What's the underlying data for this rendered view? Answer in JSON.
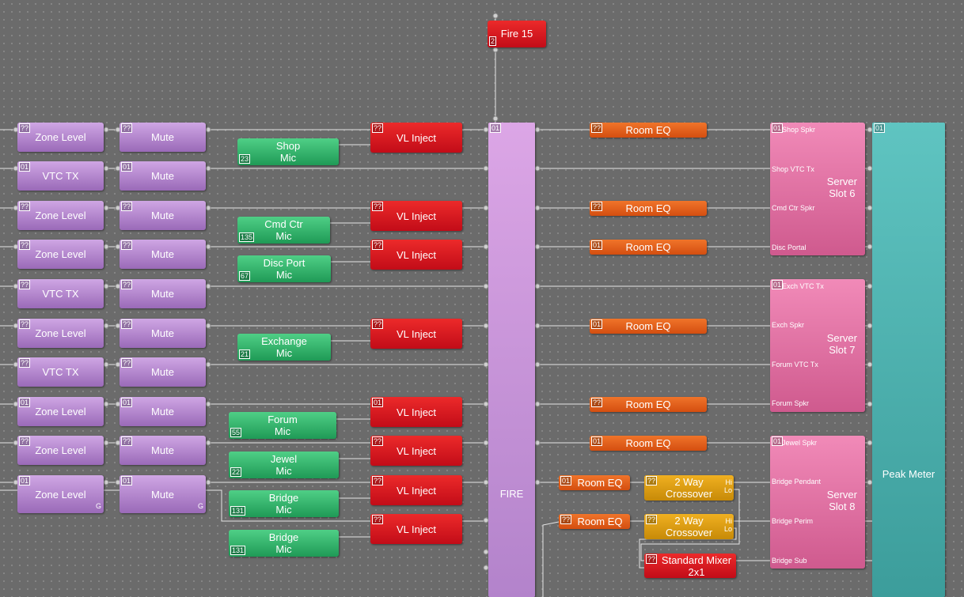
{
  "fire_source": {
    "label": "Fire 15",
    "tag": "2"
  },
  "fire_bus": {
    "label": "FIRE",
    "tag": "01"
  },
  "peak_meter": {
    "label": "Peak Meter",
    "tag": "01"
  },
  "channel_tags": {
    "unknown": "??",
    "one": "01"
  },
  "rows": [
    {
      "input": "Zone Level",
      "input_tag": "??",
      "mute": "Mute",
      "mute_tag": "??"
    },
    {
      "input": "VTC TX",
      "input_tag": "01",
      "mute": "Mute",
      "mute_tag": "01"
    },
    {
      "input": "Zone Level",
      "input_tag": "??",
      "mute": "Mute",
      "mute_tag": "??"
    },
    {
      "input": "Zone Level",
      "input_tag": "??",
      "mute": "Mute",
      "mute_tag": "??"
    },
    {
      "input": "VTC TX",
      "input_tag": "??",
      "mute": "Mute",
      "mute_tag": "??"
    },
    {
      "input": "Zone Level",
      "input_tag": "??",
      "mute": "Mute",
      "mute_tag": "??"
    },
    {
      "input": "VTC TX",
      "input_tag": "??",
      "mute": "Mute",
      "mute_tag": "??"
    },
    {
      "input": "Zone Level",
      "input_tag": "01",
      "mute": "Mute",
      "mute_tag": "01"
    },
    {
      "input": "Zone Level",
      "input_tag": "??",
      "mute": "Mute",
      "mute_tag": "??"
    },
    {
      "input": "Zone Level",
      "input_tag": "01",
      "mute": "Mute",
      "mute_tag": "01",
      "g": "G"
    }
  ],
  "mics": [
    {
      "label1": "Shop",
      "label2": "Mic",
      "num": "23"
    },
    {
      "label1": "Cmd Ctr",
      "label2": "Mic",
      "num": "135"
    },
    {
      "label1": "Disc Port",
      "label2": "Mic",
      "num": "67"
    },
    {
      "label1": "Exchange",
      "label2": "Mic",
      "num": "21"
    },
    {
      "label1": "Forum",
      "label2": "Mic",
      "num": "55"
    },
    {
      "label1": "Jewel",
      "label2": "Mic",
      "num": "22"
    },
    {
      "label1": "Bridge",
      "label2": "Mic",
      "num": "131"
    },
    {
      "label1": "Bridge",
      "label2": "Mic",
      "num": "131"
    }
  ],
  "vl_inject": [
    {
      "label": "VL Inject",
      "tag": "??"
    },
    {
      "label": "VL Inject",
      "tag": "??"
    },
    {
      "label": "VL Inject",
      "tag": "??"
    },
    {
      "label": "VL Inject",
      "tag": "??"
    },
    {
      "label": "VL Inject",
      "tag": "01"
    },
    {
      "label": "VL Inject",
      "tag": "??"
    },
    {
      "label": "VL Inject",
      "tag": "??"
    },
    {
      "label": "VL Inject",
      "tag": "??"
    }
  ],
  "room_eq": [
    {
      "label": "Room EQ",
      "tag": "??"
    },
    {
      "label": "Room EQ",
      "tag": "??"
    },
    {
      "label": "Room EQ",
      "tag": "01"
    },
    {
      "label": "Room EQ",
      "tag": "01"
    },
    {
      "label": "Room EQ",
      "tag": "??"
    },
    {
      "label": "Room EQ",
      "tag": "01"
    },
    {
      "label": "Room EQ",
      "tag": "01"
    },
    {
      "label": "Room EQ",
      "tag": "??"
    }
  ],
  "crossovers": [
    {
      "label1": "2 Way",
      "label2": "Crossover",
      "tag": "??",
      "hi": "Hi",
      "lo": "Lo"
    },
    {
      "label1": "2 Way",
      "label2": "Crossover",
      "tag": "??",
      "hi": "Hi",
      "lo": "Lo"
    }
  ],
  "mixer": {
    "label1": "Standard Mixer",
    "label2": "2x1",
    "tag": "??"
  },
  "servers": [
    {
      "label1": "Server",
      "label2": "Slot 6",
      "tag": "01",
      "ports": [
        "Shop Spkr",
        "Shop VTC Tx",
        "Cmd Ctr Spkr",
        "Disc Portal"
      ]
    },
    {
      "label1": "Server",
      "label2": "Slot 7",
      "tag": "01",
      "ports": [
        "Exch VTC Tx",
        "Exch Spkr",
        "Forum VTC Tx",
        "Forum Spkr"
      ]
    },
    {
      "label1": "Server",
      "label2": "Slot 8",
      "tag": "01",
      "ports": [
        "Jewel Spkr",
        "Bridge Pendant",
        "Bridge Perim",
        "Bridge Sub"
      ]
    }
  ],
  "colors": {
    "background": "#6b6b6b",
    "wire": "#e6e6e6",
    "level_block": "#b486cf",
    "mic_block": "#2fb56a",
    "inject_block": "#d8141f",
    "eq_block": "#e45f18",
    "crossover_block": "#dc9c10",
    "server_block": "#e070a2",
    "meter_block": "#4aafad"
  }
}
